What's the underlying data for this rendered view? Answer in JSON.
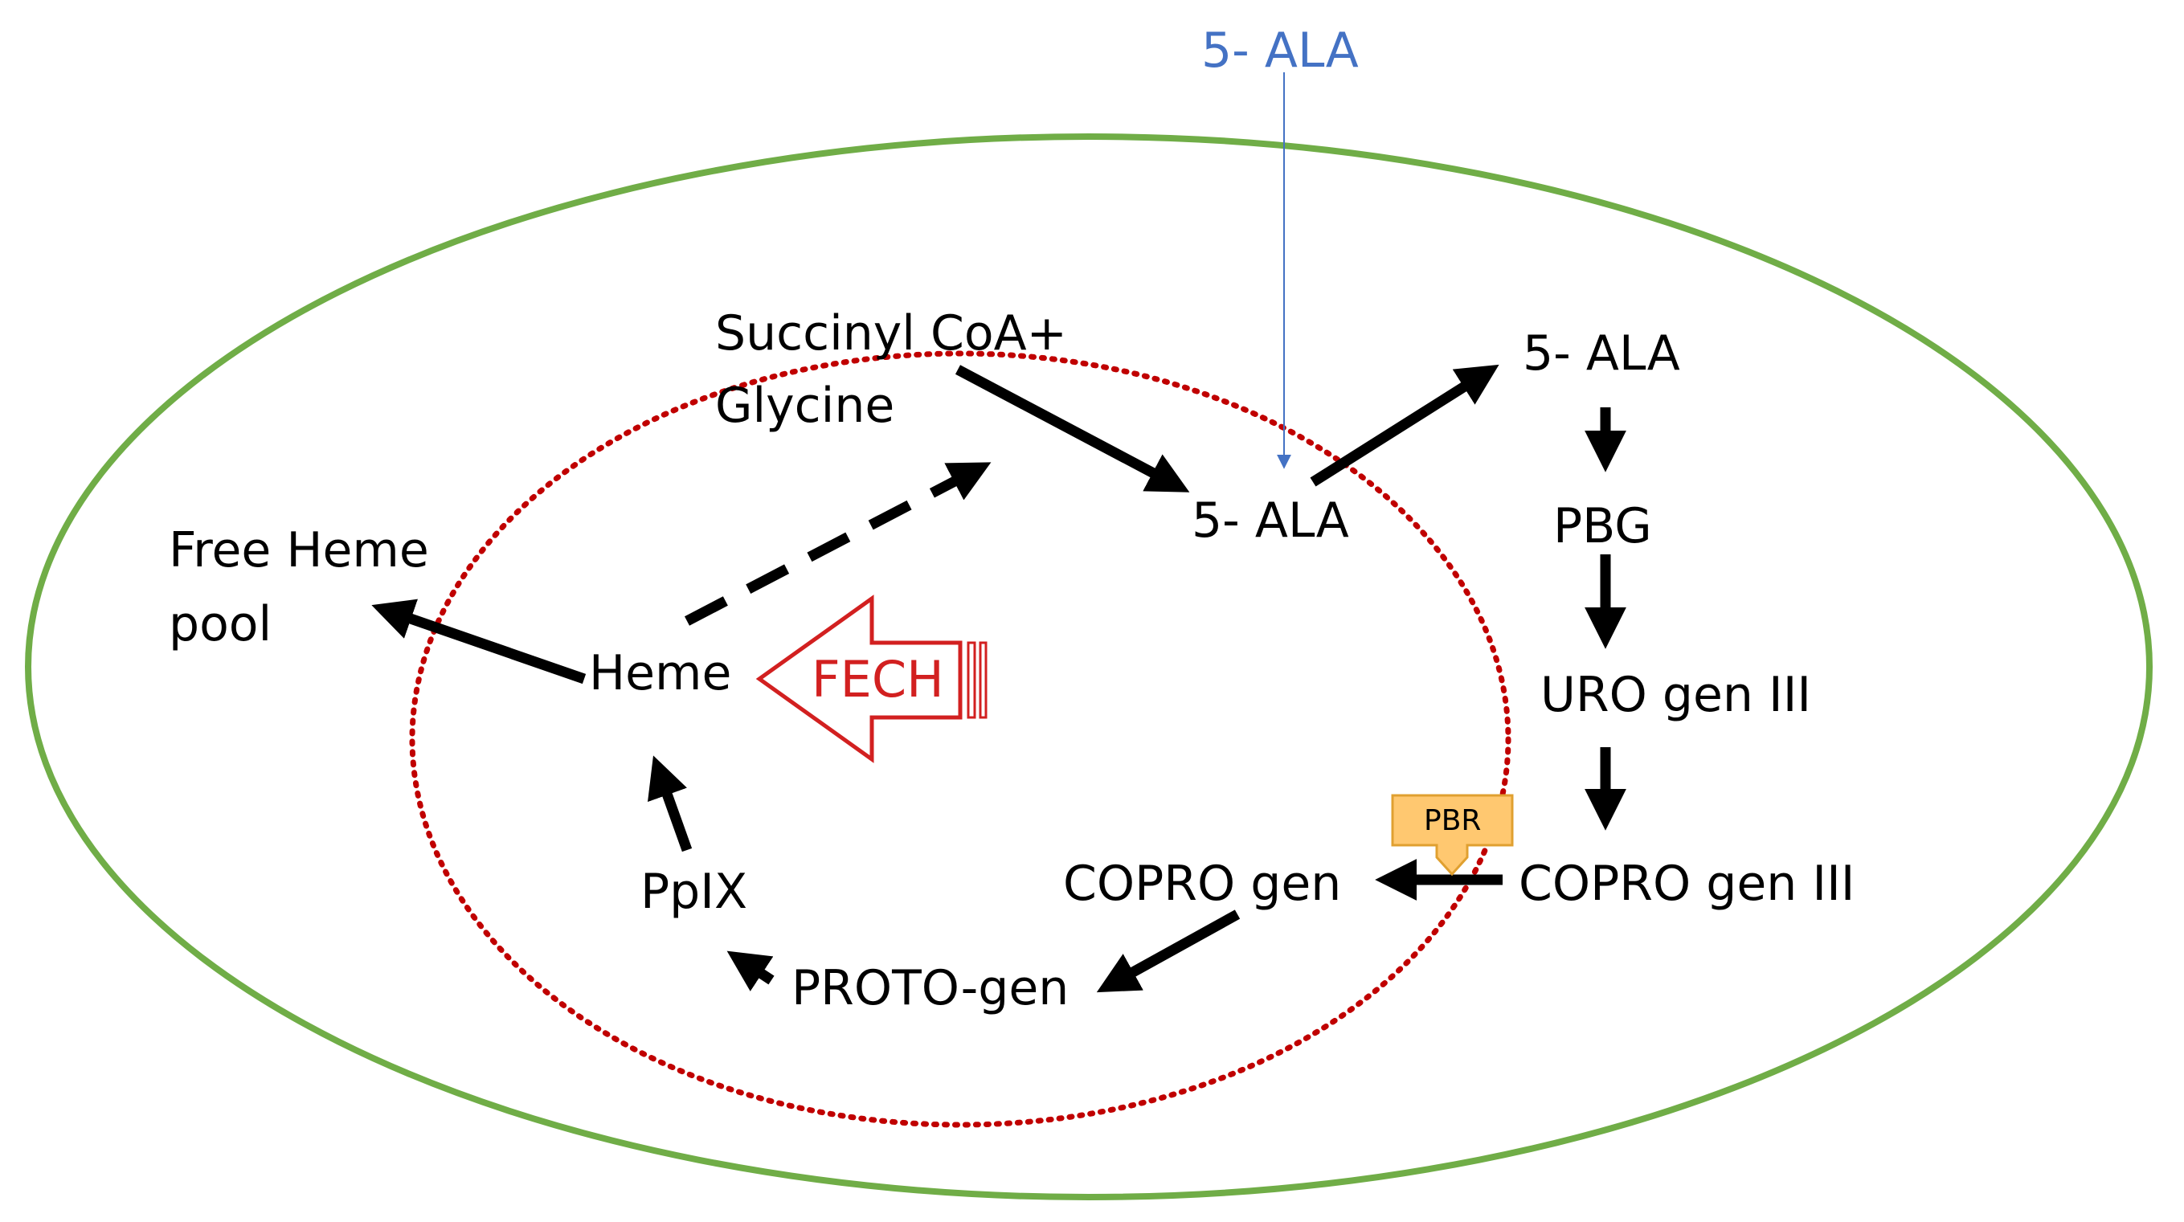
{
  "labels": {
    "ala_external": "5- ALA",
    "succinyl_line1": "Succinyl CoA+",
    "succinyl_line2": "Glycine",
    "ala_mito": "5- ALA",
    "ala_cyto": "5- ALA",
    "pbg": "PBG",
    "uro": "URO gen III",
    "copro3": "COPRO gen III",
    "copro": "COPRO gen",
    "proto": "PROTO-gen",
    "ppix": "PpIX",
    "heme": "Heme",
    "free_heme_line1": "Free Heme",
    "free_heme_line2": "pool",
    "fech": "FECH",
    "pbr": "PBR"
  },
  "colors": {
    "cell_membrane": "#70ad47",
    "mito_membrane": "#c00000",
    "external_arrow": "#4472c4",
    "fech": "#d22020",
    "pbr_fill": "#ffc870",
    "pbr_stroke": "#e0a030"
  }
}
